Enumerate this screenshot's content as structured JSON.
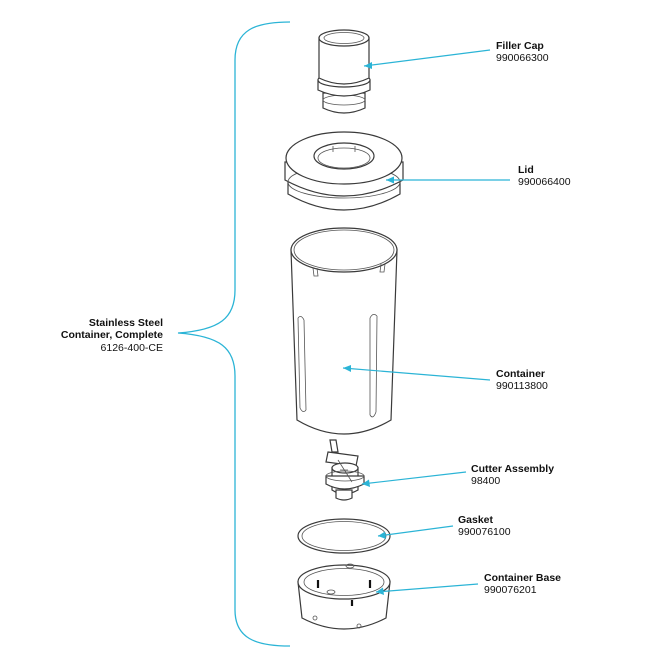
{
  "assembly": {
    "title_line1": "Stainless Steel",
    "title_line2": "Container, Complete",
    "part_number": "6126-400-CE"
  },
  "parts": [
    {
      "name": "Filler Cap",
      "number": "990066300"
    },
    {
      "name": "Lid",
      "number": "990066400"
    },
    {
      "name": "Container",
      "number": "990113800"
    },
    {
      "name": "Cutter Assembly",
      "number": "98400"
    },
    {
      "name": "Gasket",
      "number": "990076100"
    },
    {
      "name": "Container Base",
      "number": "990076201"
    }
  ],
  "colors": {
    "leader": "#2bb4d6",
    "outline": "#3a3a3a"
  }
}
